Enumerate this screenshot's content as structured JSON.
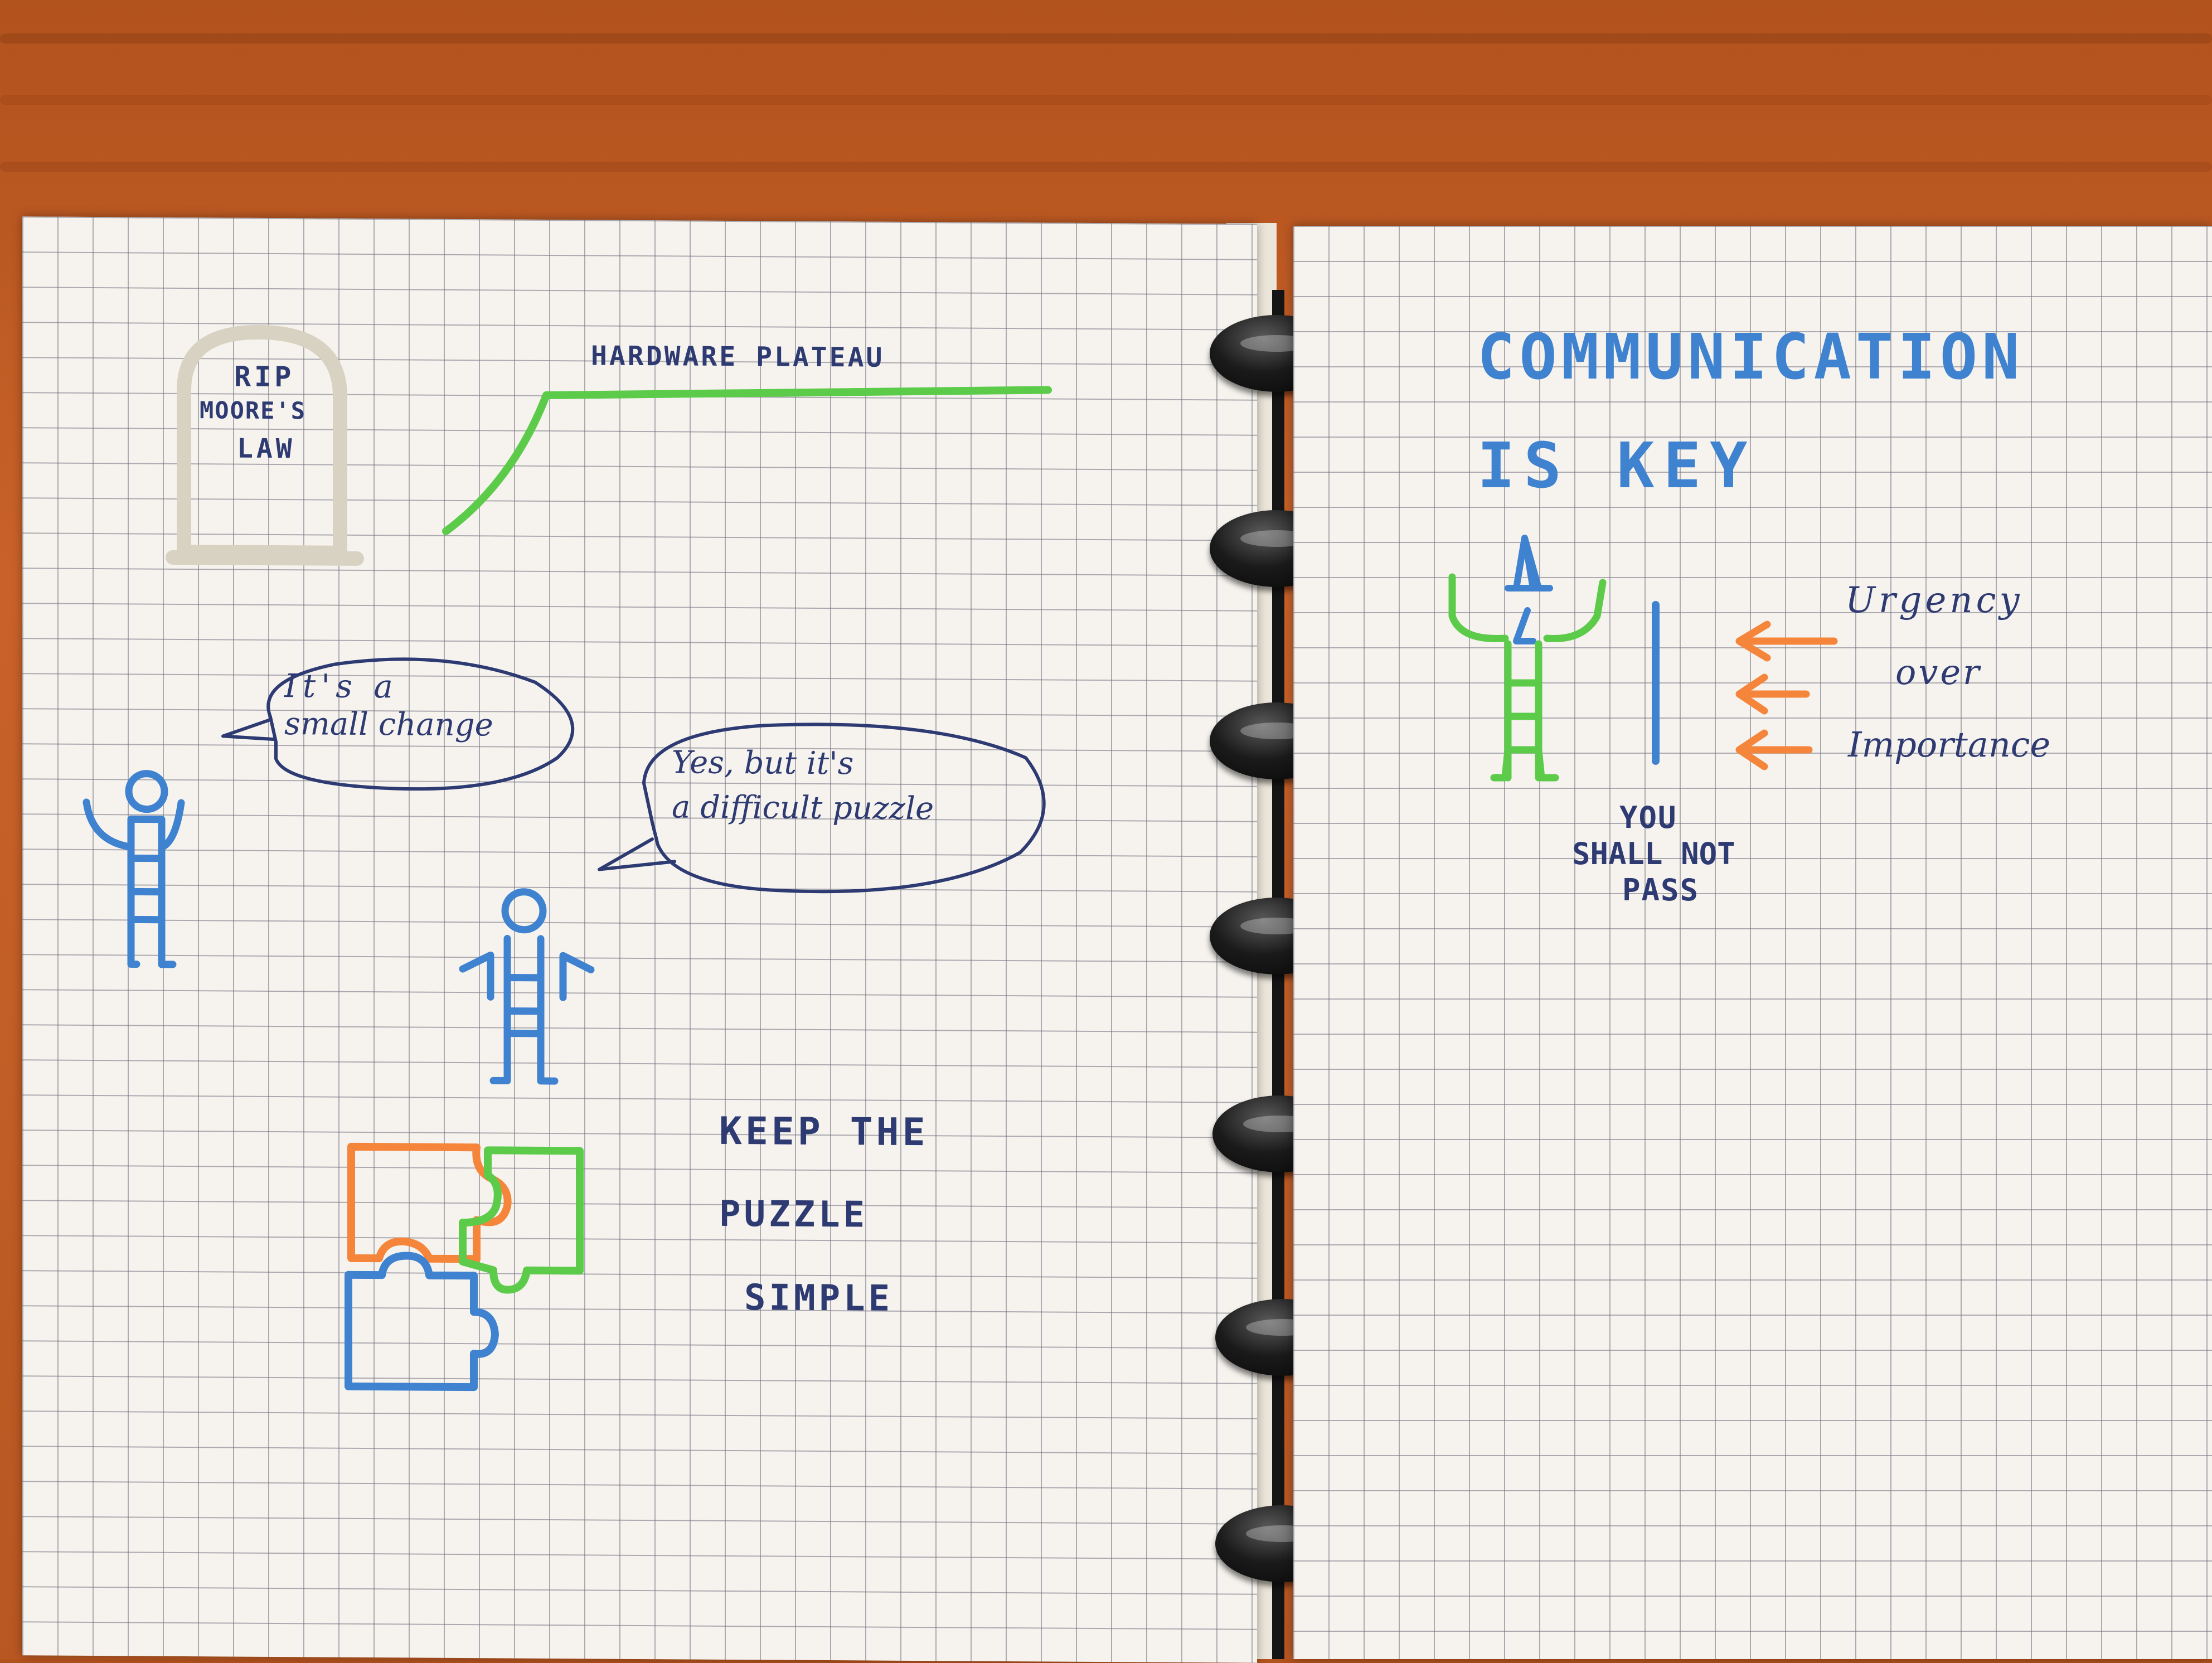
{
  "left_page": {
    "tombstone": {
      "line1": "RIP",
      "line2": "MOORE'S",
      "line3": "LAW"
    },
    "plateau_label": "HARDWARE PLATEAU",
    "speech_bubble_1": {
      "line1": "It's a",
      "line2": "small change"
    },
    "speech_bubble_2": {
      "line1": "Yes, but it's",
      "line2": "a difficult puzzle"
    },
    "keep_text": {
      "line1": "KEEP THE",
      "line2": "PUZZLE",
      "line3": "SIMPLE"
    }
  },
  "right_page": {
    "heading": {
      "line1": "COMMUNICATION",
      "line2": "IS KEY"
    },
    "wizard_caption": {
      "line1": "YOU",
      "line2": "SHALL NOT",
      "line3": "PASS"
    },
    "arrow_labels": [
      "Urgency",
      "over",
      "Importance"
    ]
  },
  "colors": {
    "blue_marker": "#3f82d0",
    "green_marker": "#5ccb4a",
    "orange_marker": "#f5853a",
    "navy_ink": "#2e3a72",
    "pencil_grey": "#d8d2c2"
  }
}
